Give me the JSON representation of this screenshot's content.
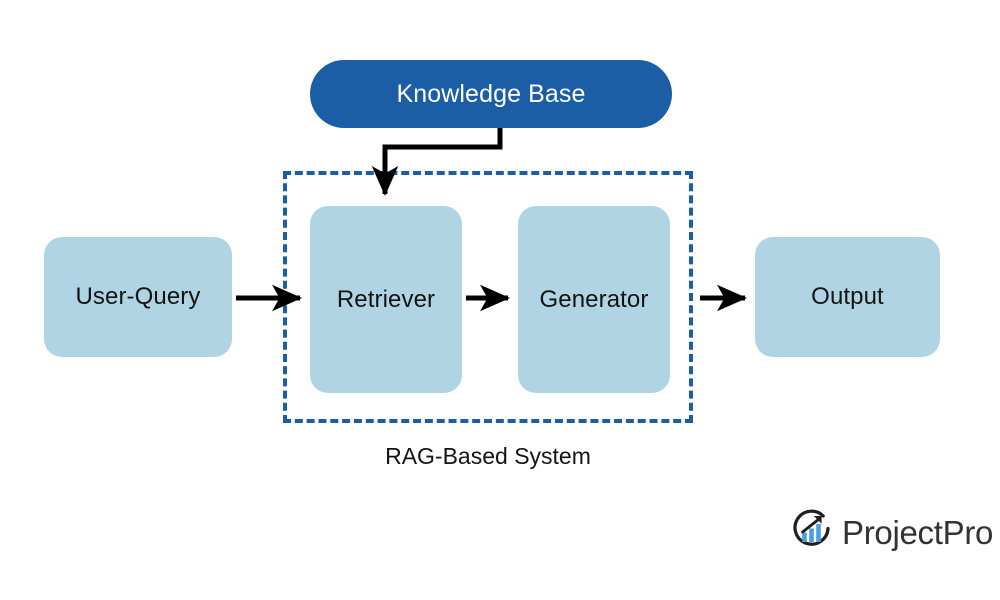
{
  "diagram": {
    "title": "RAG-Based System",
    "nodes": {
      "knowledge_base": "Knowledge Base",
      "user_query": "User-Query",
      "retriever": "Retriever",
      "generator": "Generator",
      "output": "Output"
    },
    "group_label": "RAG-Based System",
    "colors": {
      "node_fill_light": "#b0d4e3",
      "node_fill_dark": "#1b5ea6",
      "node_text_dark": "#141414",
      "node_text_light": "#ffffff",
      "group_border": "#1b5ea6",
      "connector": "#000000",
      "background": "#ffffff"
    },
    "connectors": [
      {
        "name": "knowledge-base-to-retriever",
        "from": "knowledge_base",
        "to": "retriever",
        "style": "elbow-down"
      },
      {
        "name": "user-query-to-retriever",
        "from": "user_query",
        "to": "retriever",
        "style": "straight-right"
      },
      {
        "name": "retriever-to-generator",
        "from": "retriever",
        "to": "generator",
        "style": "straight-right"
      },
      {
        "name": "generator-to-output",
        "from": "generator",
        "to": "output",
        "style": "straight-right"
      }
    ]
  },
  "branding": {
    "wordmark": "ProjectPro",
    "mark_icon": "growth-chart-circle-icon",
    "wordmark_color": "#333333",
    "mark_bar_color": "#4a9fe0",
    "mark_ring_color": "#231f20"
  }
}
